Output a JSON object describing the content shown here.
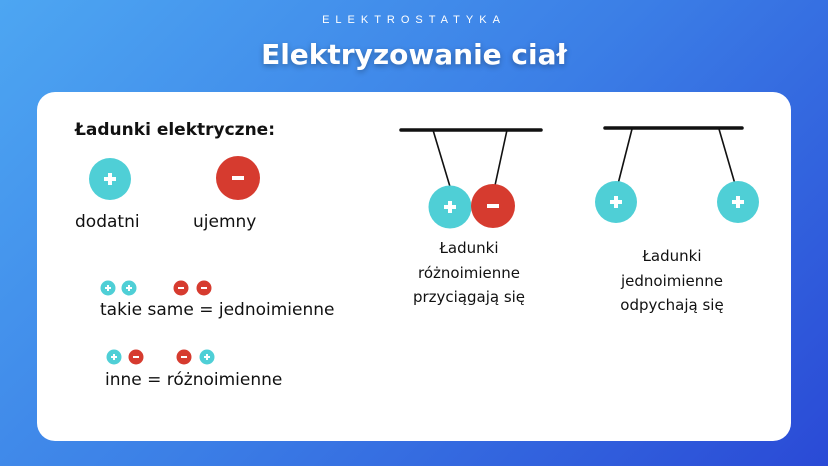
{
  "header": {
    "kicker": "ELEKTROSTATYKA",
    "title": "Elektryzowanie ciał"
  },
  "colors": {
    "positive": "#4fcfd6",
    "negative": "#d63b2f"
  },
  "legend": {
    "heading": "Ładunki elektryczne:",
    "positive_label": "dodatni",
    "negative_label": "ujemny",
    "positive_symbol": "+",
    "negative_symbol": "−"
  },
  "rules": [
    {
      "text": "takie same = jednoimienne"
    },
    {
      "text": "inne = różnoimienne"
    }
  ],
  "diagrams": [
    {
      "lines": [
        "Ładunki",
        "różnoimienne",
        "przyciągają się"
      ]
    },
    {
      "lines": [
        "Ładunki",
        "jednoimienne",
        "odpychają się"
      ]
    }
  ]
}
